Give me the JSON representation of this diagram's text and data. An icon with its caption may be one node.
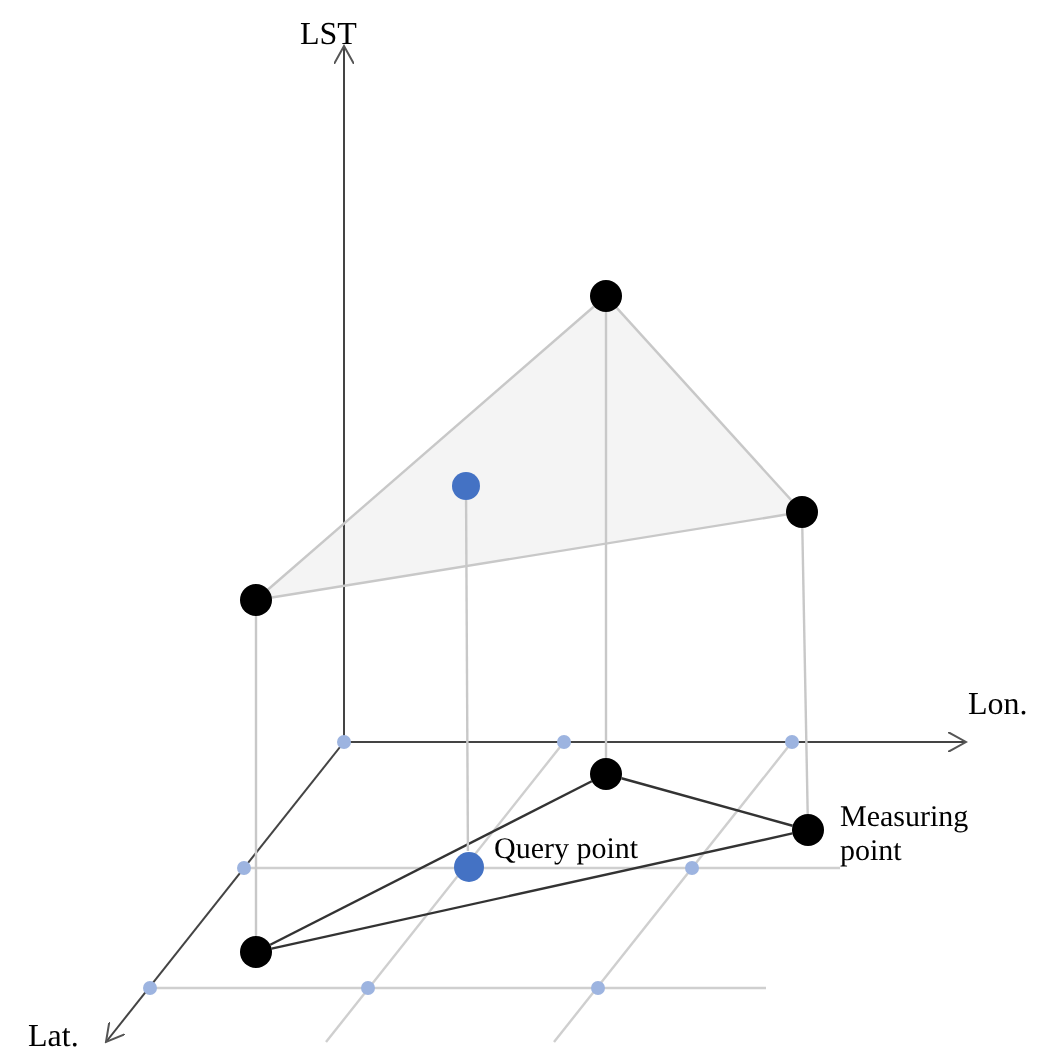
{
  "diagram": {
    "nodes": [
      {
        "text": [],
        "shape": "circle"
      },
      {
        "text": [],
        "shape": "circle"
      },
      {
        "text": [],
        "shape": "circle"
      },
      {
        "text": [],
        "shape": "circle"
      },
      {
        "text": [],
        "shape": "circle"
      },
      {
        "text": [],
        "shape": "circle"
      },
      {
        "text": [],
        "shape": "circle",
        "beside": [
          "Measuring point"
        ]
      },
      {
        "text": [],
        "shape": "circle",
        "beside": [
          "Query point"
        ]
      }
    ],
    "edges": [
      {
        "from": 0,
        "to": 1,
        "arrow": "none"
      },
      {
        "from": 0,
        "to": 2,
        "arrow": "none"
      },
      {
        "from": 1,
        "to": 2,
        "arrow": "none"
      },
      {
        "from": 4,
        "to": 5,
        "arrow": "none",
        "color": "#333333"
      },
      {
        "from": 4,
        "to": 6,
        "arrow": "none",
        "color": "#333333"
      },
      {
        "from": 5,
        "to": 6,
        "arrow": "none",
        "color": "#333333"
      },
      {
        "from": 0,
        "to": 4,
        "arrow": "none"
      },
      {
        "from": 1,
        "to": 5,
        "arrow": "none"
      },
      {
        "from": 2,
        "to": 6,
        "arrow": "none"
      },
      {
        "from": 3,
        "to": 7,
        "arrow": "none"
      }
    ],
    "labels": [
      "LST",
      "Lon.",
      "Lat."
    ]
  }
}
